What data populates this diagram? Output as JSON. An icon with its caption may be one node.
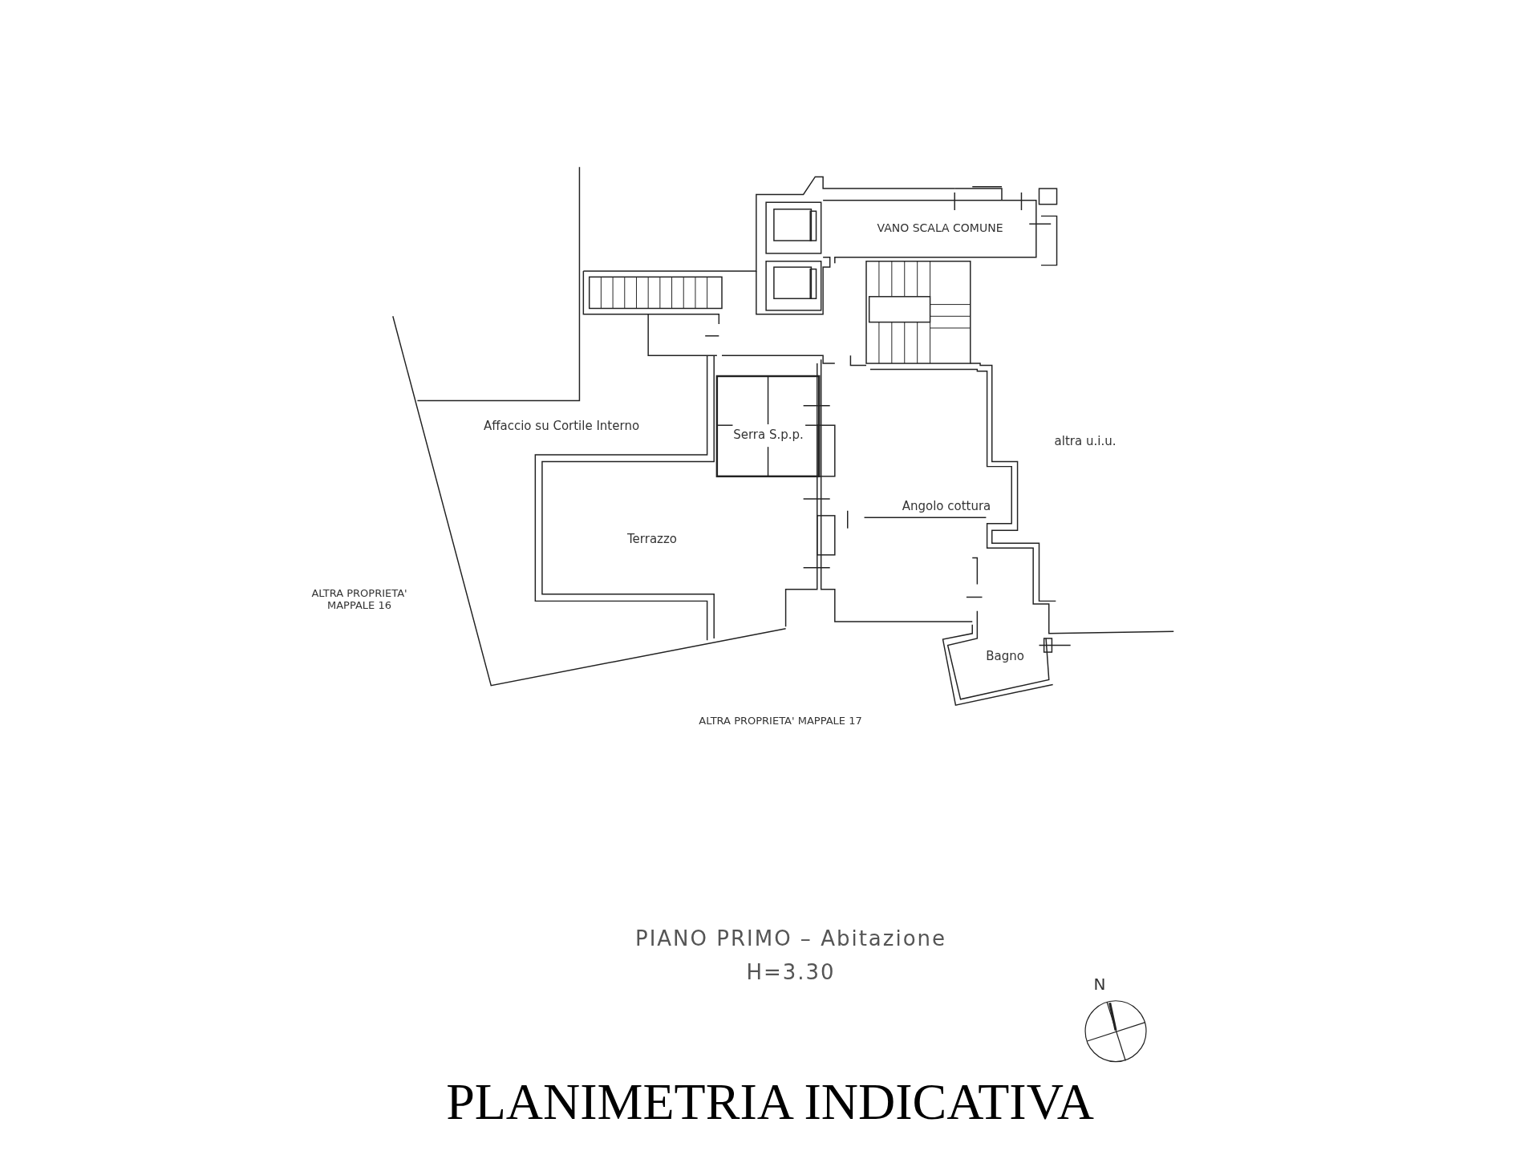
{
  "diagram": {
    "title": "PLANIMETRIA INDICATIVA",
    "labels": [
      "VANO SCALA COMUNE",
      "Affaccio su Cortile Interno",
      "Serra S.p.p.",
      "altra u.i.u.",
      "Angolo cottura",
      "Terrazzo",
      "ALTRA PROPRIETA' MAPPALE 16",
      "Bagno",
      "ALTRA PROPRIETA' MAPPALE 17",
      "PIANO PRIMO – Abitazione",
      "H=3.30",
      "N"
    ]
  }
}
